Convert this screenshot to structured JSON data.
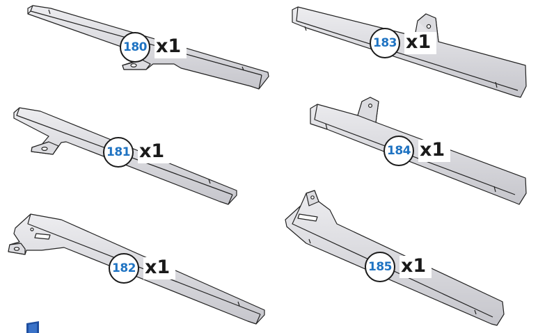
{
  "parts": [
    {
      "id": "180",
      "qty": "x1"
    },
    {
      "id": "181",
      "qty": "x1"
    },
    {
      "id": "182",
      "qty": "x1"
    },
    {
      "id": "183",
      "qty": "x1"
    },
    {
      "id": "184",
      "qty": "x1"
    },
    {
      "id": "185",
      "qty": "x1"
    }
  ],
  "colors": {
    "badge_number": "#1f73c2",
    "outline": "#1a1a1a",
    "metal_light": "#e6e6e9",
    "metal_mid": "#c9c9ce",
    "metal_dark": "#9a9aa1",
    "corner_mark": "#1f4fa0"
  }
}
